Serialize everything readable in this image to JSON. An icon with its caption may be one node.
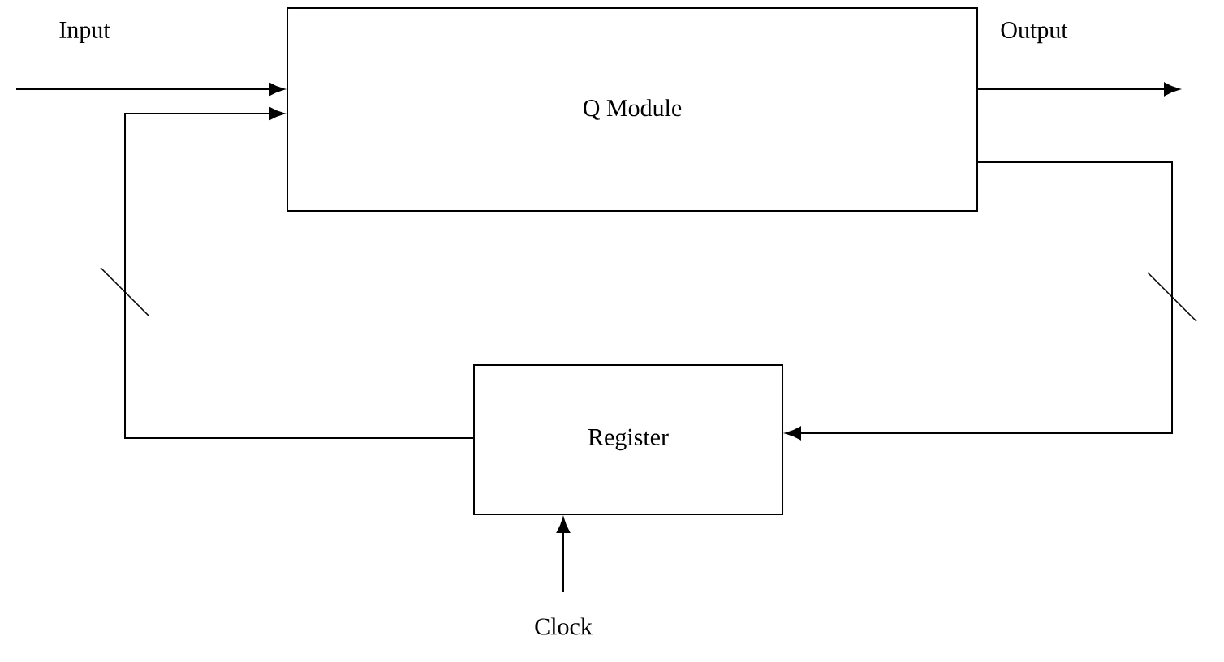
{
  "diagram": {
    "nodes": [
      {
        "text": [
          "Q Module"
        ]
      },
      {
        "text": [
          "Register"
        ]
      }
    ],
    "edges": [
      {
        "from": null,
        "to": 0,
        "arrow": "to",
        "label": "Input"
      },
      {
        "from": 0,
        "to": null,
        "arrow": "to",
        "label": "Output"
      },
      {
        "from": 1,
        "to": 0,
        "arrow": "to"
      },
      {
        "from": 0,
        "to": 1,
        "arrow": "to"
      },
      {
        "from": null,
        "to": 1,
        "arrow": "to",
        "label": "Clock"
      }
    ]
  }
}
